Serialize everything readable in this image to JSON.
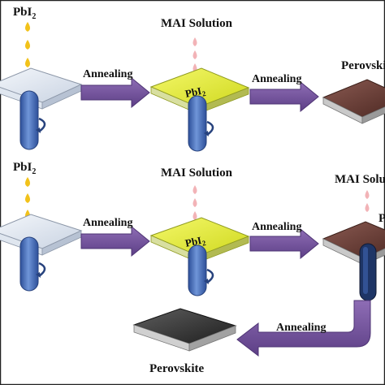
{
  "row1": {
    "pbi2": "PbI",
    "pbi2_sub": "2",
    "arrow1": "Annealing",
    "solution": "MAI Solution",
    "plate_label": "PbI",
    "plate_label_sub": "2",
    "arrow2": "Annealing",
    "product": "Perovskite"
  },
  "row2": {
    "pbi2": "PbI",
    "pbi2_sub": "2",
    "arrow1": "Annealing",
    "solution": "MAI Solution",
    "plate_label": "PbI",
    "plate_label_sub": "2",
    "arrow2": "Annealing",
    "solution2": "MAI Solution",
    "partial_label": "P",
    "arrow3": "Annealing",
    "product": "Perovskite"
  },
  "colors": {
    "arrow": "#7a5aa0",
    "arrow_edge": "#4e3474",
    "pbi2_drop": "#f2c21a",
    "mai_drop": "#f2b3b7",
    "pbi2_film": "#e6ee3a",
    "perovskite_film": "#6a3c35",
    "final_film": "#3a3a3a",
    "spinner": "#3f67b5"
  }
}
